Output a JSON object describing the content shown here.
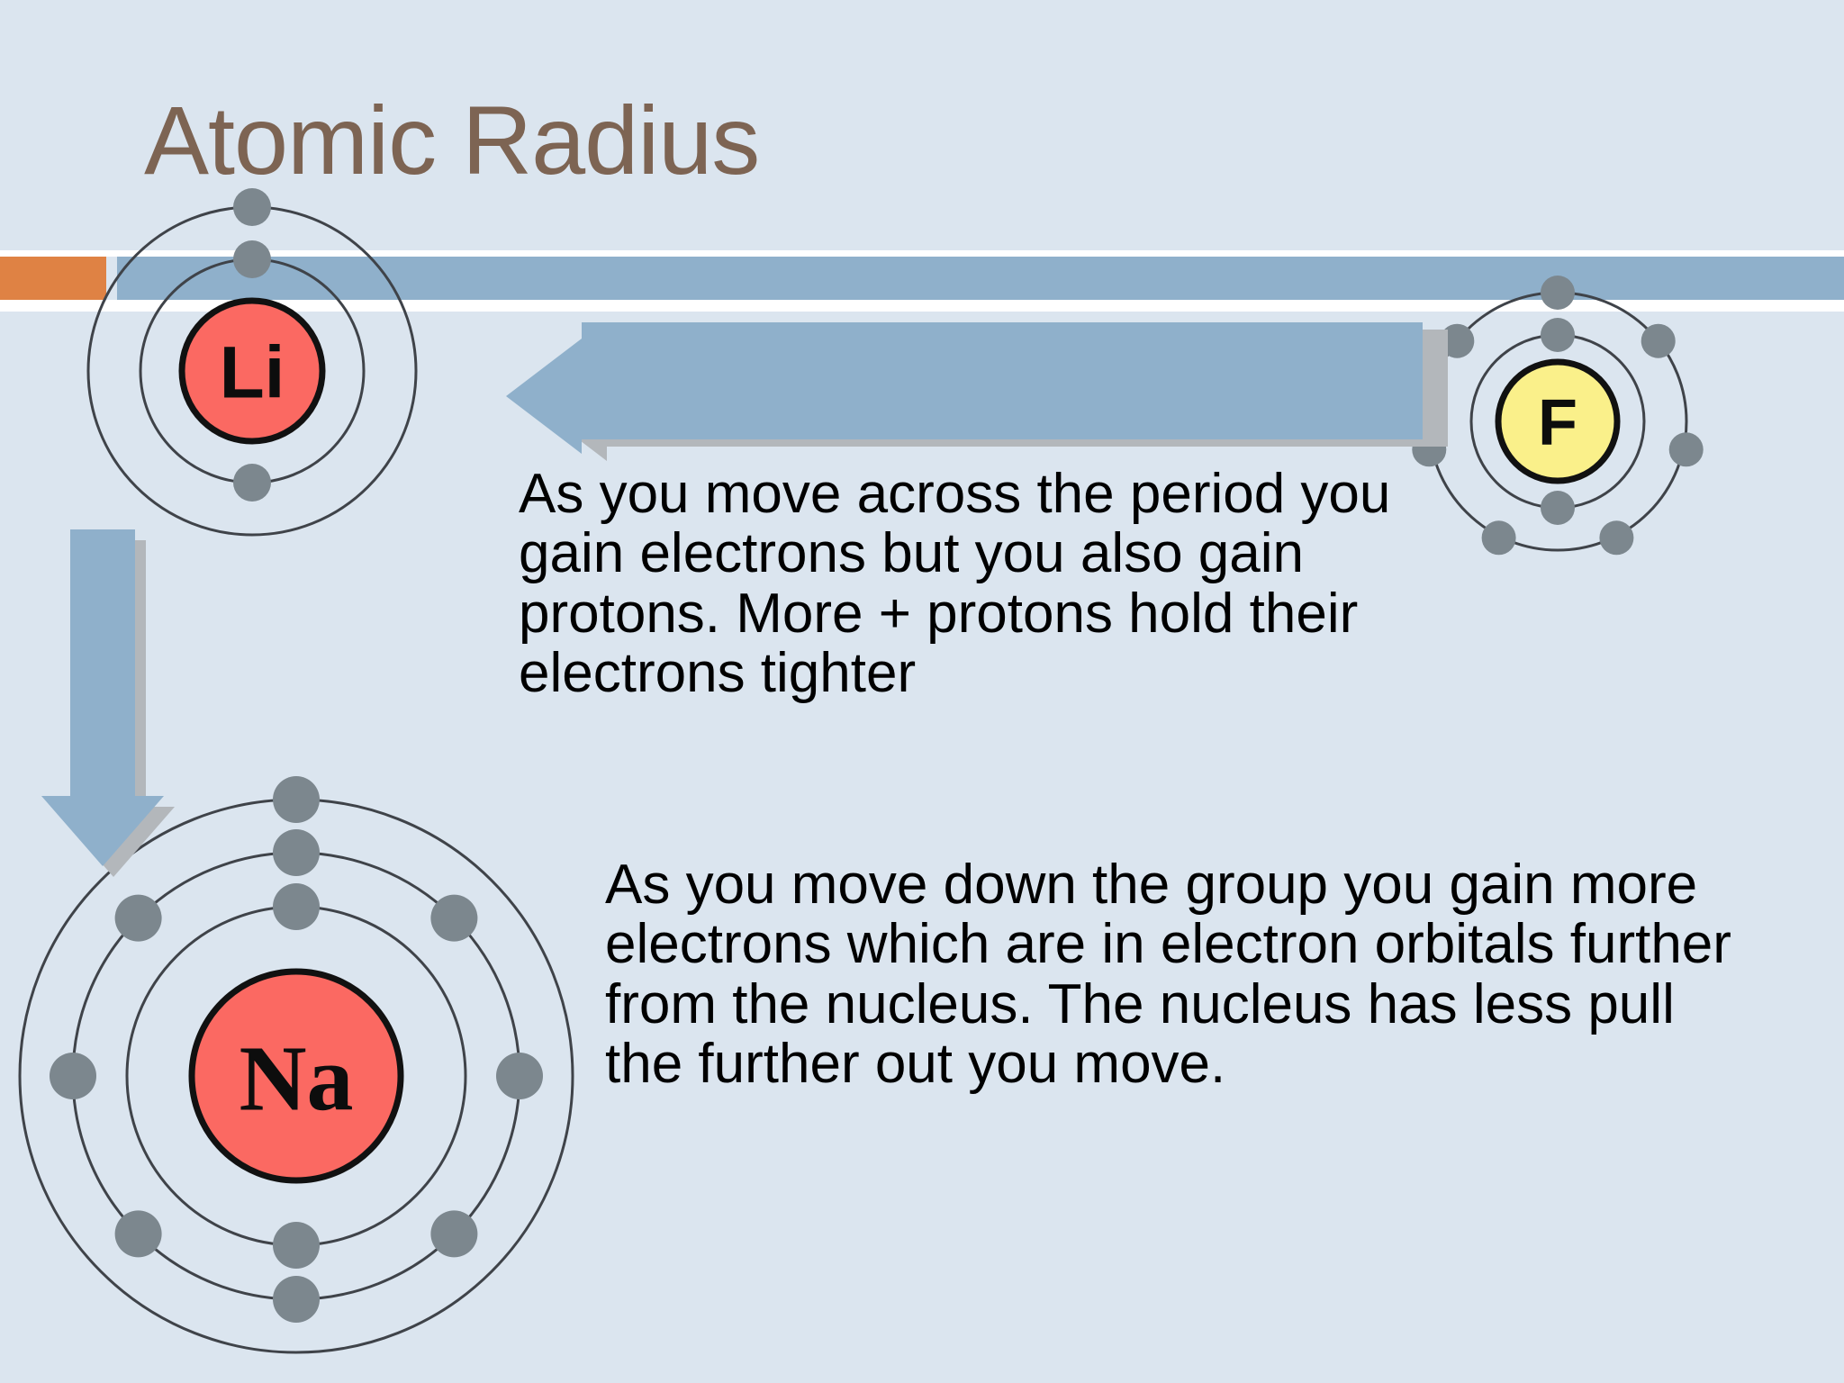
{
  "slide": {
    "title": "Atomic Radius",
    "background_color": "#dbe5ef",
    "title_color": "#7d6453",
    "accent_orange": "#df8244",
    "accent_blue": "#8fb0cb"
  },
  "divider": {
    "orange_chip_label": "",
    "blue_rule_label": ""
  },
  "body": {
    "period_text": "As you move across the period you gain electrons but you also gain protons.  More + protons hold their electrons tighter",
    "group_text": "As you move down the group you gain more electrons which are in electron orbitals further from the nucleus. The nucleus has less pull the further out you move."
  },
  "arrows": {
    "across_period": {
      "direction": "left",
      "name": "across-period-arrow",
      "color": "#8fb0cb"
    },
    "down_group": {
      "direction": "down",
      "name": "down-group-arrow",
      "color": "#8fb0cb"
    }
  },
  "atoms": [
    {
      "symbol": "Li",
      "name": "lithium",
      "nucleus_color": "#fb6962",
      "electron_color": "#7c878e",
      "shells": [
        2,
        1
      ],
      "shell_count": 2
    },
    {
      "symbol": "F",
      "name": "fluorine",
      "nucleus_color": "#faf08a",
      "electron_color": "#7c878e",
      "shells": [
        2,
        7
      ],
      "shell_count": 2
    },
    {
      "symbol": "Na",
      "name": "sodium",
      "nucleus_color": "#fb6962",
      "electron_color": "#7c878e",
      "shells": [
        2,
        8,
        1
      ],
      "shell_count": 3
    }
  ]
}
